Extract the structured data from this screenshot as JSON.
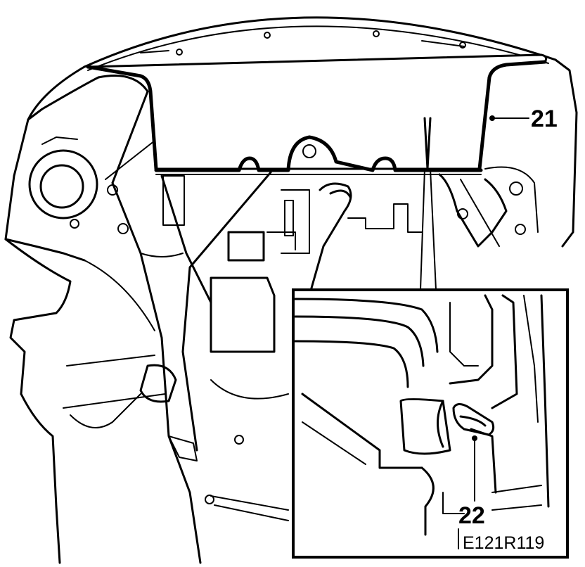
{
  "callouts": {
    "shield_label": "21",
    "connector_label": "22"
  },
  "figure_code": "E121R119"
}
